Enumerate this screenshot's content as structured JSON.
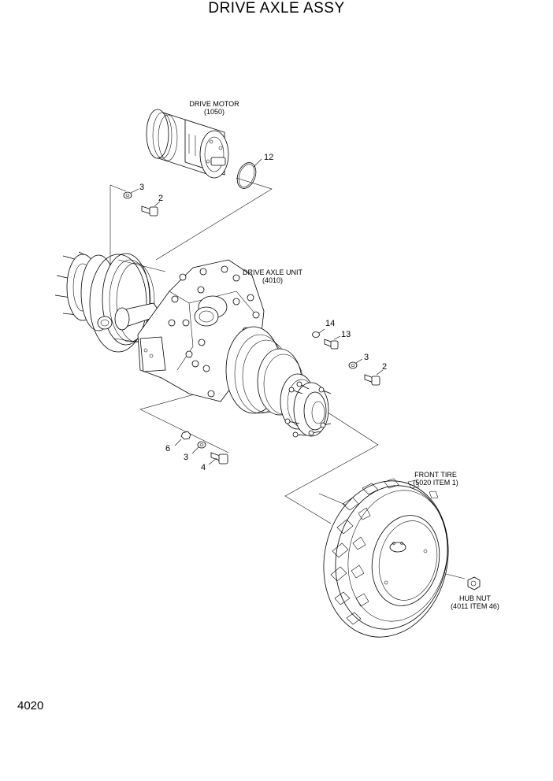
{
  "page": {
    "title": "DRIVE AXLE ASSY",
    "page_number": "4020"
  },
  "callouts": {
    "drive_motor": {
      "name": "DRIVE MOTOR",
      "ref": "(1050)"
    },
    "drive_axle_unit": {
      "name": "DRIVE AXLE UNIT",
      "ref": "(4010)"
    },
    "front_tire": {
      "name": "FRONT TIRE",
      "ref": "(5020 ITEM 1)"
    },
    "hub_nut": {
      "name": "HUB NUT",
      "ref": "(4011 ITEM 46)"
    }
  },
  "item_numbers": {
    "o_ring": "12",
    "washer_upper": "3",
    "bolt_upper": "2",
    "washer_14": "14",
    "bolt_13": "13",
    "washer_right": "3",
    "bolt_right": "2",
    "nut_6": "6",
    "washer_lower": "3",
    "bolt_4": "4"
  }
}
